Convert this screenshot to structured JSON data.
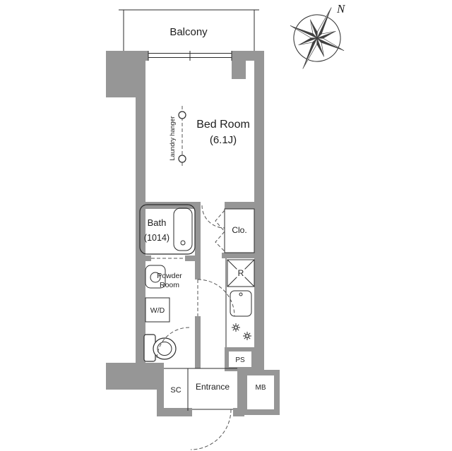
{
  "colors": {
    "wall": "#969696",
    "line": "#2b2b2b",
    "dash": "#555555"
  },
  "compass": {
    "label": "N"
  },
  "labels": {
    "balcony": "Balcony",
    "bedroom_name": "Bed Room",
    "bedroom_size": "(6.1J)",
    "laundry_hanger": "Laundry hanger",
    "bath_name": "Bath",
    "bath_size": "(1014)",
    "closet": "Clo.",
    "powder_room_line1": "Powder",
    "powder_room_line2": "Room",
    "washer_dryer": "W/D",
    "refrigerator": "R",
    "pipe_space": "PS",
    "shoe_closet": "SC",
    "entrance": "Entrance",
    "meter_box": "MB"
  }
}
